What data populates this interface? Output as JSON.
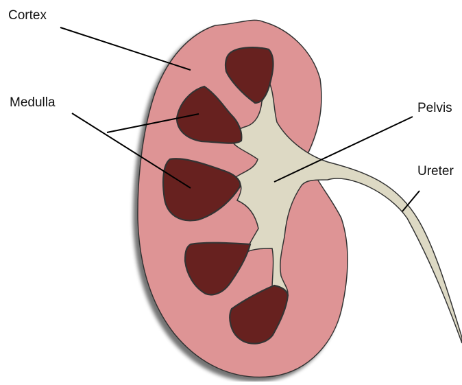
{
  "labels": {
    "cortex": "Cortex",
    "medulla": "Medulla",
    "pelvis": "Pelvis",
    "ureter": "Ureter"
  },
  "colors": {
    "cortex_fill": "#de9495",
    "cortex_shadow": "#a56a6c",
    "medulla_fill": "#67211f",
    "pelvis_fill": "#ddd9c4",
    "outline": "#333333",
    "leader_line": "#000000"
  }
}
